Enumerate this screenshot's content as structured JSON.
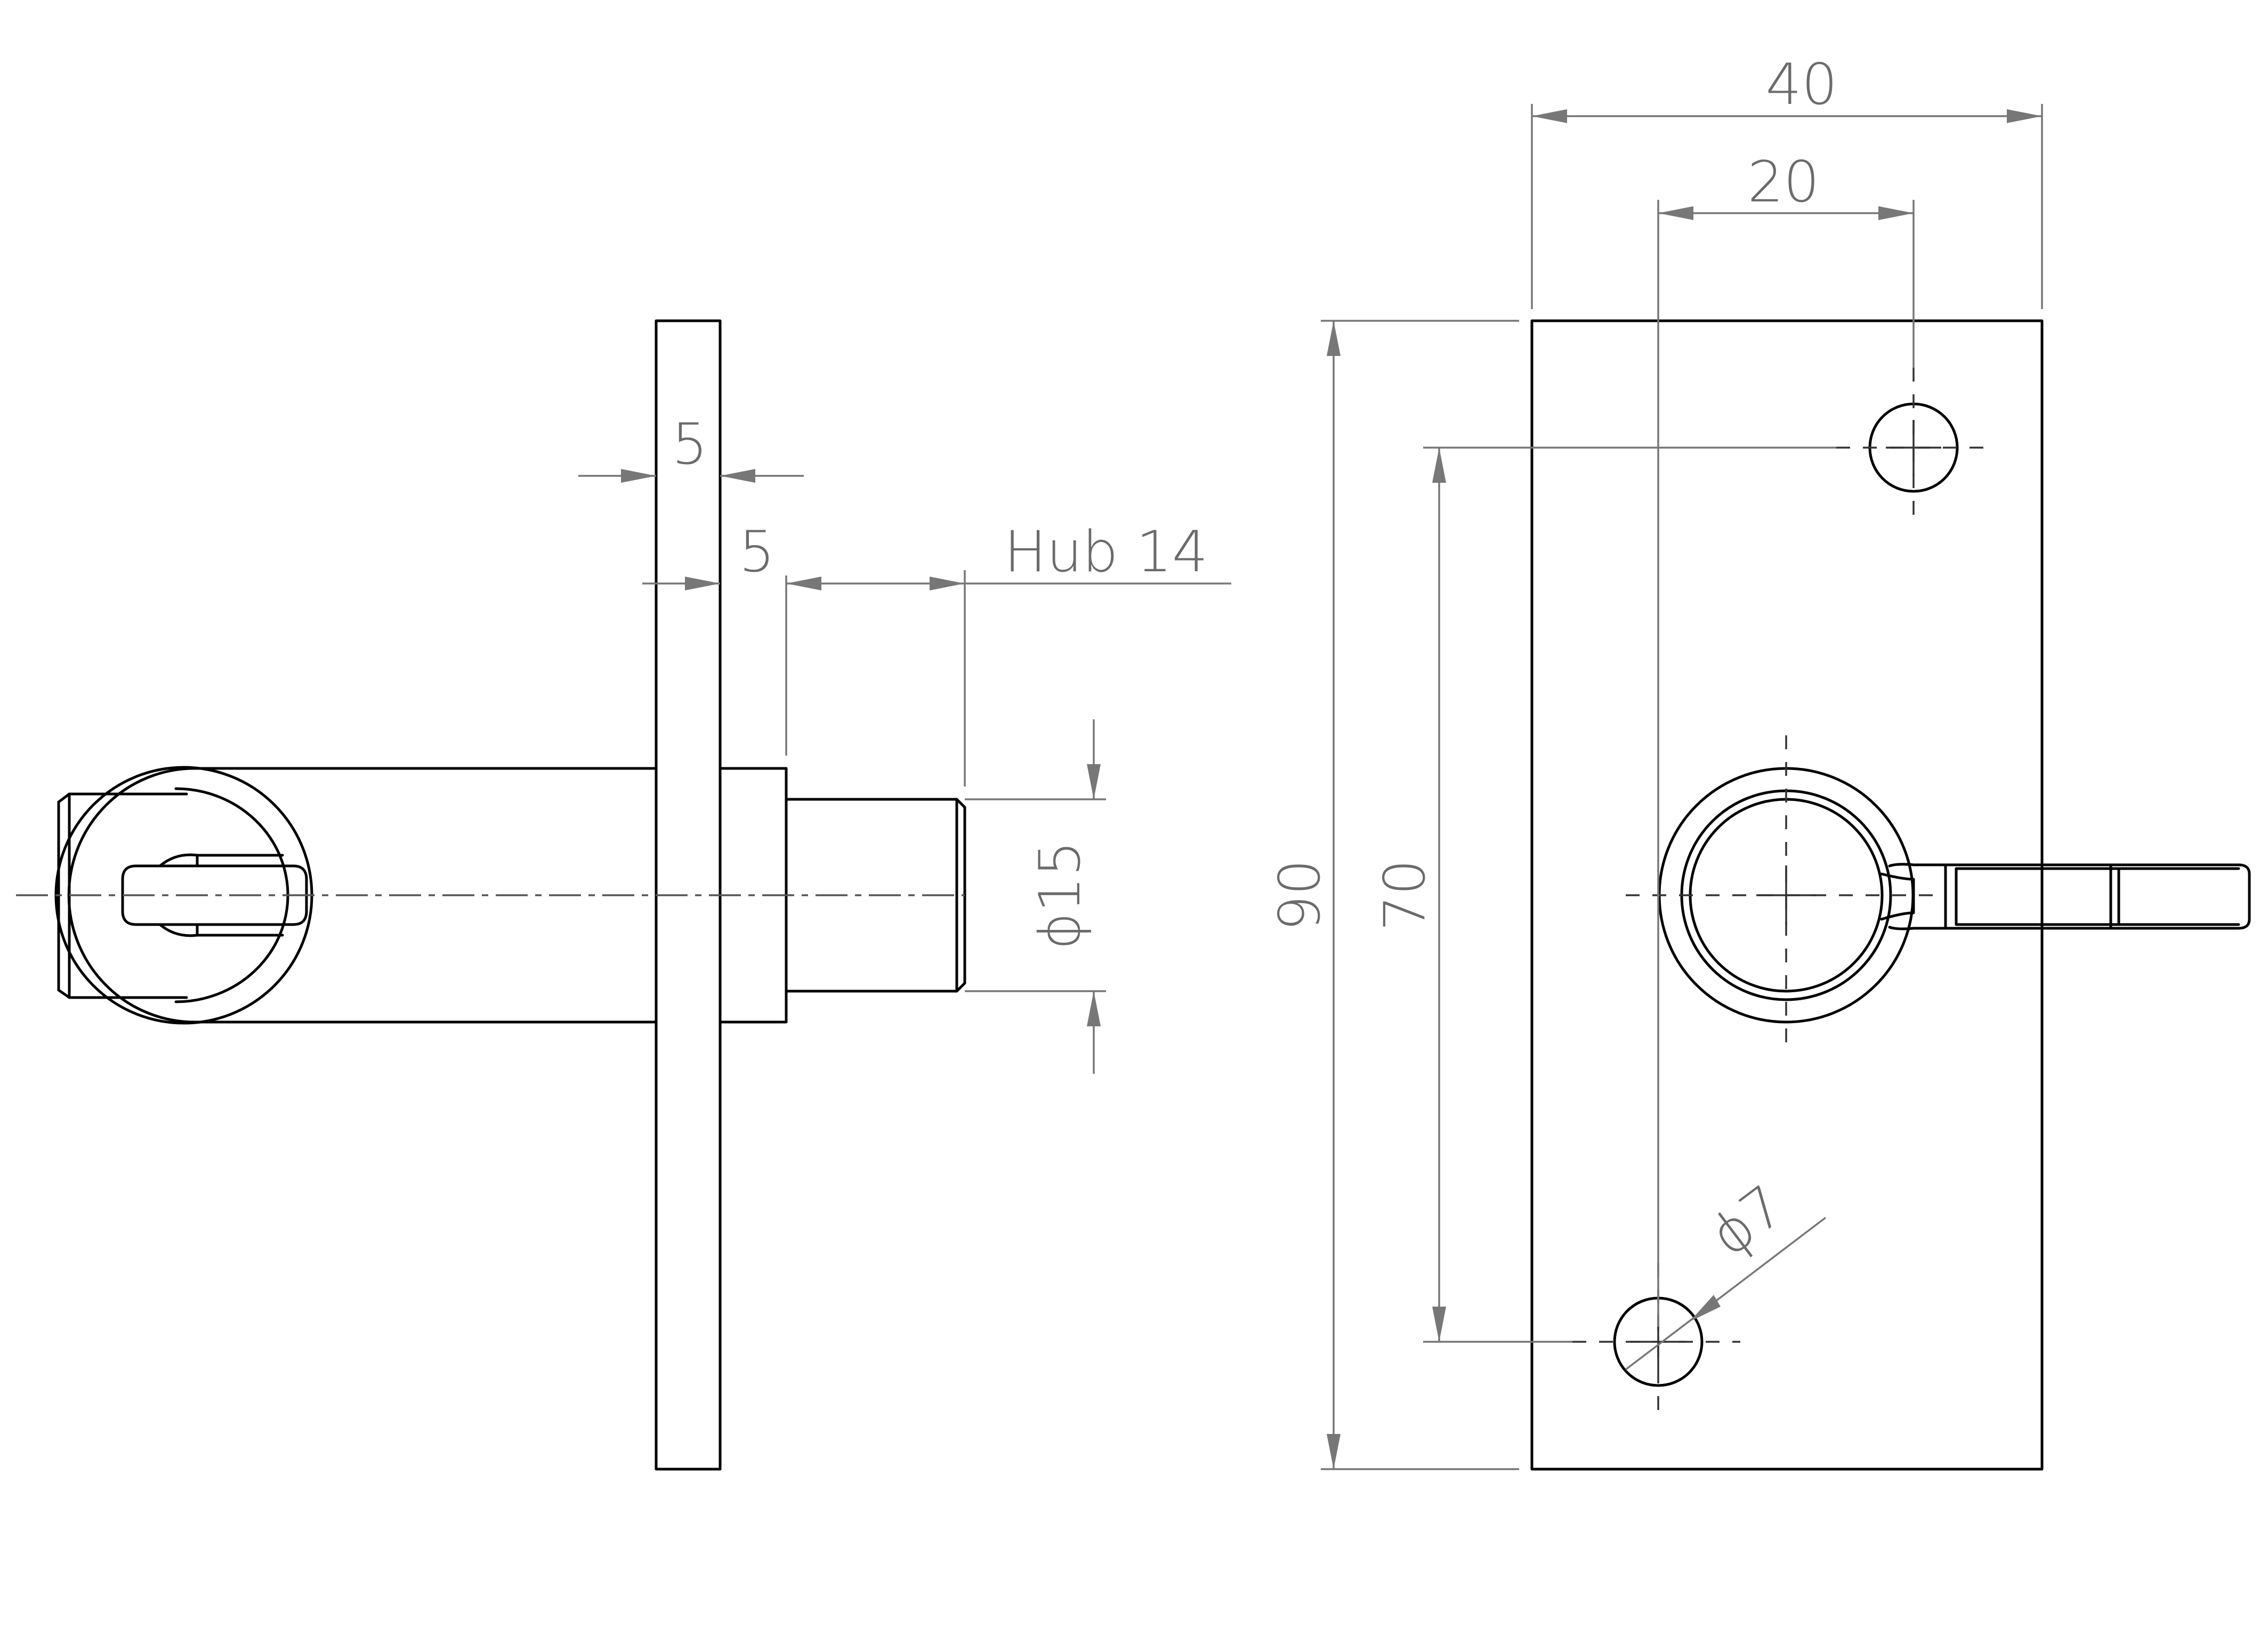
{
  "dimensions": {
    "plate_thickness": "5",
    "boss_length": "5",
    "stroke_label": "Hub 14",
    "pin_diameter": "15",
    "plate_width": "40",
    "hole_offset": "20",
    "plate_height": "90",
    "hole_spacing": "70",
    "hole_diameter": "7",
    "diameter_symbol": "ϕ"
  },
  "colors": {
    "outline": "#000000",
    "dimension": "#777777",
    "background": "#ffffff"
  }
}
